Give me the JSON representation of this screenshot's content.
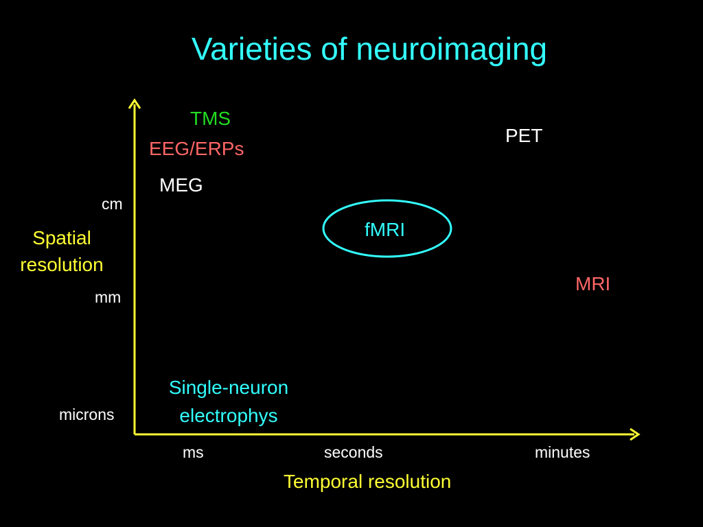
{
  "title": "Varieties of neuroimaging",
  "axes": {
    "y_label_line1": "Spatial",
    "y_label_line2": "resolution",
    "x_label": "Temporal resolution",
    "y_ticks": [
      "cm",
      "mm",
      "microns"
    ],
    "x_ticks": [
      "ms",
      "seconds",
      "minutes"
    ]
  },
  "methods": {
    "tms": "TMS",
    "eeg": "EEG/ERPs",
    "meg": "MEG",
    "pet": "PET",
    "fmri": "fMRI",
    "mri": "MRI",
    "single_neuron_line1": "Single-neuron",
    "single_neuron_line2": "electrophys"
  },
  "colors": {
    "background": "#000000",
    "title": "#33ffff",
    "axis": "#ffff33",
    "tms": "#22dd22",
    "eeg": "#ff6666",
    "mri": "#ff6666",
    "neutral": "#ffffff",
    "highlight": "#33ffff"
  }
}
